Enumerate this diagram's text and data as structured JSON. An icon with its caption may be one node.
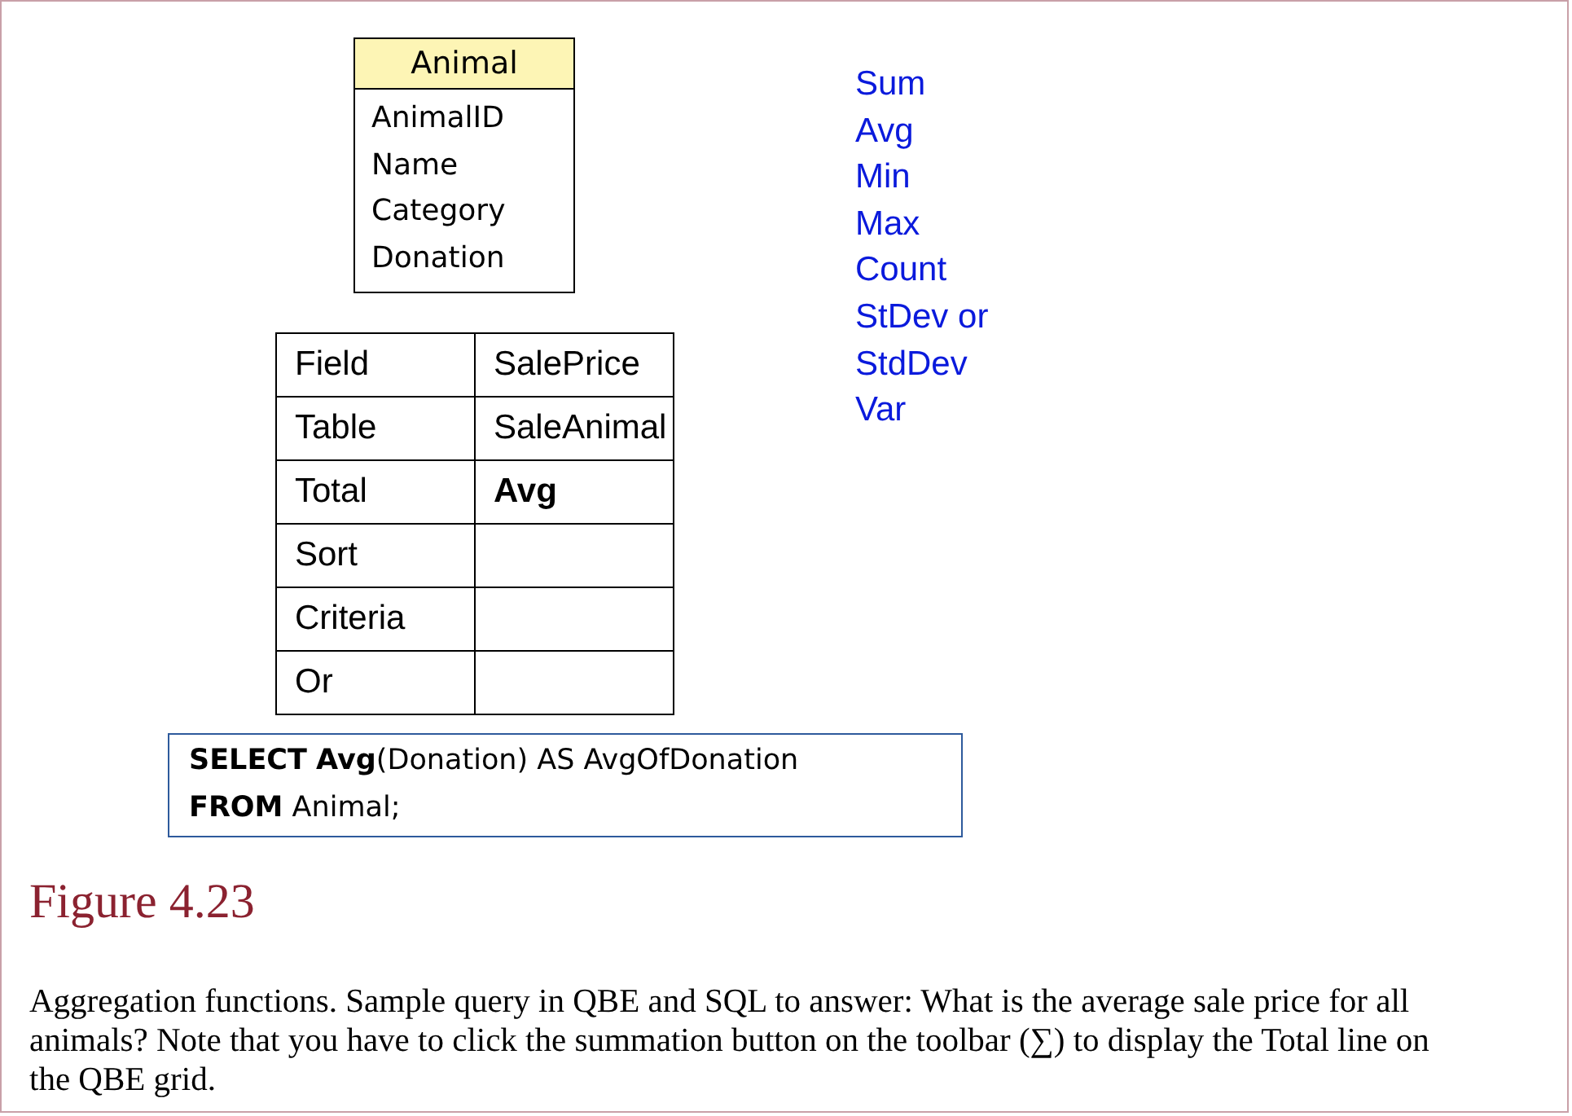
{
  "diagram": {
    "title": "Figure 4.23",
    "caption": "Aggregation functions. Sample query in QBE and SQL to answer: What is the average sale price for all animals? Note that you have to click the summation button on the toolbar (∑) to display the Total line on the QBE grid.",
    "nodes": [
      {
        "text": [
          "Animal",
          "AnimalID",
          "Name",
          "Category",
          "Donation"
        ]
      },
      {
        "text": [
          "**SELECT** **Avg**(Donation) AS AvgOfDonation",
          "**FROM** Animal;"
        ]
      }
    ],
    "edges": [],
    "labels": [
      "Field",
      "SalePrice",
      "Table",
      "SaleAnimal",
      "Total",
      "Avg",
      "Sort",
      "Criteria",
      "Or",
      "Sum",
      "Avg",
      "Min",
      "Max",
      "Count",
      "StDev or StdDev",
      "Var"
    ]
  }
}
